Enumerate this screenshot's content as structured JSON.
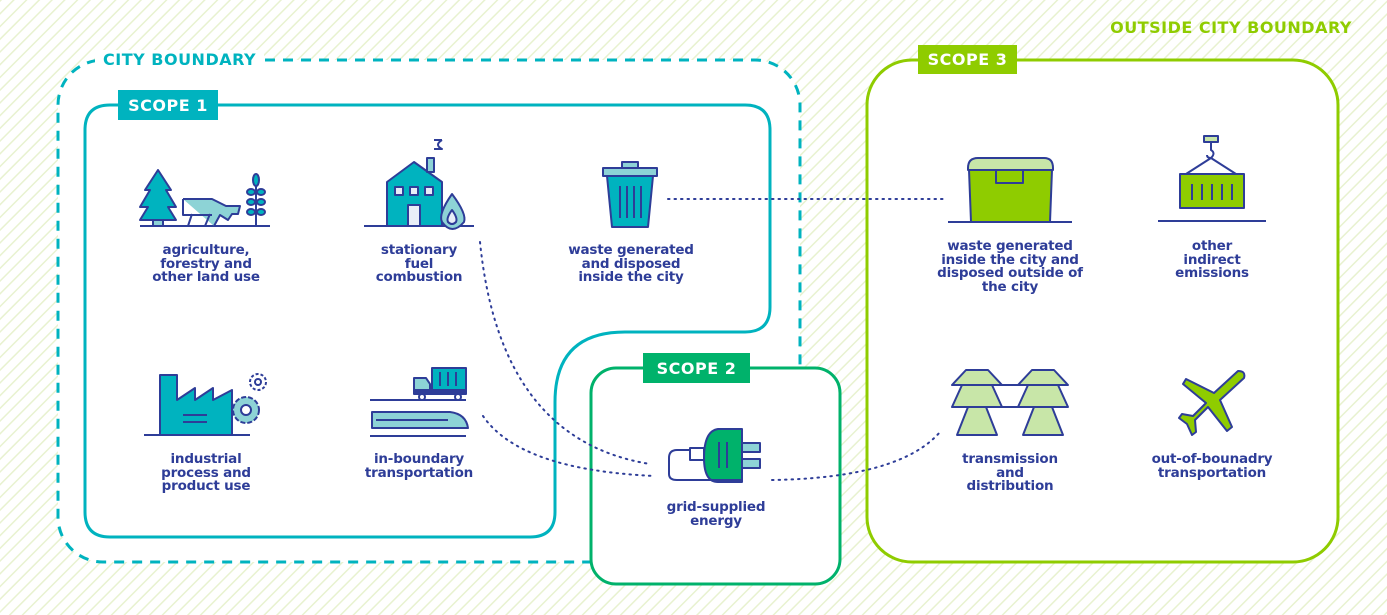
{
  "boundaries": {
    "city": "CITY BOUNDARY",
    "outside": "OUTSIDE CITY BOUNDARY"
  },
  "scopes": {
    "scope1": {
      "label": "SCOPE 1",
      "color": "#00b3bf"
    },
    "scope2": {
      "label": "SCOPE 2",
      "color": "#00b26b"
    },
    "scope3": {
      "label": "SCOPE 3",
      "color": "#8fcc00"
    }
  },
  "items": {
    "agriculture": {
      "lines": [
        "agriculture,",
        "forestry and",
        "other land use"
      ],
      "icon": "tree-cow-wheat-icon"
    },
    "stationary": {
      "lines": [
        "stationary",
        "fuel",
        "combustion"
      ],
      "icon": "house-flame-icon"
    },
    "waste_inside": {
      "lines": [
        "waste generated",
        "and disposed",
        "inside the city"
      ],
      "icon": "trash-bin-icon"
    },
    "industrial": {
      "lines": [
        "industrial",
        "process and",
        "product use"
      ],
      "icon": "factory-gear-icon"
    },
    "transport": {
      "lines": [
        "in-boundary",
        "transportation"
      ],
      "icon": "truck-train-icon"
    },
    "grid": {
      "lines": [
        "grid-supplied",
        "energy"
      ],
      "icon": "plug-icon"
    },
    "waste_outside": {
      "lines": [
        "waste generated",
        "inside the city and",
        "disposed outside of",
        "the city"
      ],
      "icon": "dumpster-icon"
    },
    "other_indirect": {
      "lines": [
        "other",
        "indirect",
        "emissions"
      ],
      "icon": "shipping-container-icon"
    },
    "transmission": {
      "lines": [
        "transmission",
        "and",
        "distribution"
      ],
      "icon": "power-pylon-icon"
    },
    "out_transport": {
      "lines": [
        "out-of-bounadry",
        "transportation"
      ],
      "icon": "airplane-icon"
    }
  },
  "colors": {
    "text": "#2e3d98",
    "hatch": "#e8f2d0"
  }
}
